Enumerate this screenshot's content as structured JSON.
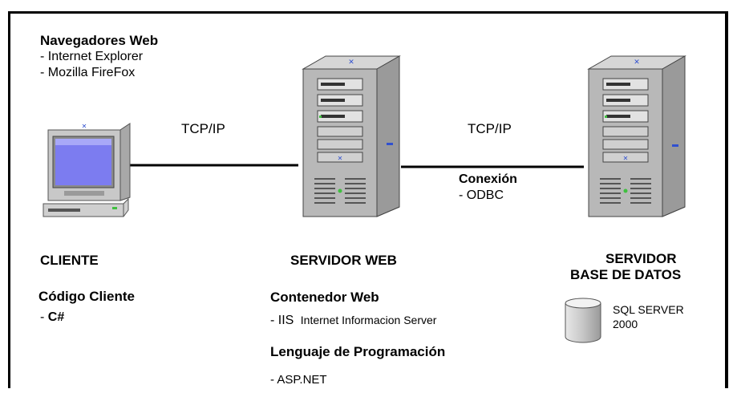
{
  "client": {
    "browsers_title": "Navegadores Web",
    "browser_1": "- Internet Explorer",
    "browser_2": "- Mozilla  FireFox",
    "label": "CLIENTE",
    "code_title": "Código Cliente",
    "code_prefix": "- ",
    "code_lang": "C#"
  },
  "links": {
    "client_to_web": "TCP/IP",
    "web_to_db": "TCP/IP",
    "connection_title": "Conexión",
    "connection_item": "- ODBC"
  },
  "web_server": {
    "label": "SERVIDOR WEB",
    "container_title": "Contenedor Web",
    "container_prefix": "- IIS",
    "container_detail": "Internet Informacion Server",
    "language_title": "Lenguaje de Programación",
    "language_item": "- ASP.NET"
  },
  "db_server": {
    "label_line1": "SERVIDOR",
    "label_line2": "BASE DE DATOS",
    "db_name_line1": "SQL SERVER",
    "db_name_line2": "2000"
  },
  "colors": {
    "server_body": "#b8b8b8",
    "server_panel": "#9a9a9a",
    "screen": "#7c7cf0",
    "accent_green": "#40c040",
    "accent_blue": "#3050d0"
  }
}
